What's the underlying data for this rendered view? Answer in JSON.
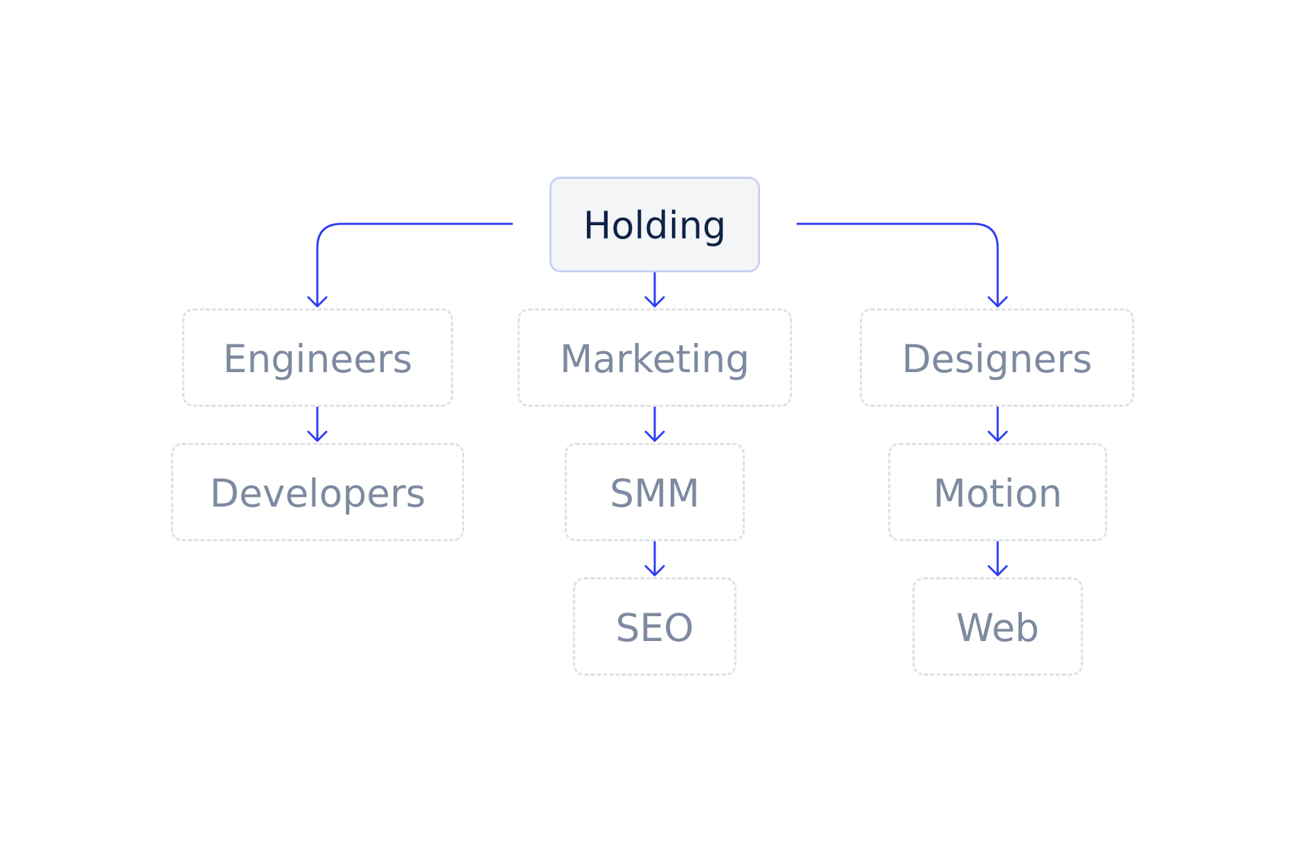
{
  "diagram": {
    "title": "",
    "colors": {
      "connector": "#2c3ef0",
      "root_border": "#c9d0f5",
      "root_fill": "#f4f5f7",
      "root_text": "#0f2346",
      "child_border": "#dde0e6",
      "child_text": "#7d8aa0"
    },
    "root": {
      "label": "Holding"
    },
    "branches": [
      {
        "label": "Engineers",
        "children": [
          {
            "label": "Developers"
          }
        ]
      },
      {
        "label": "Marketing",
        "children": [
          {
            "label": "SMM"
          },
          {
            "label": "SEO"
          }
        ]
      },
      {
        "label": "Designers",
        "children": [
          {
            "label": "Motion"
          },
          {
            "label": "Web"
          }
        ]
      }
    ]
  }
}
